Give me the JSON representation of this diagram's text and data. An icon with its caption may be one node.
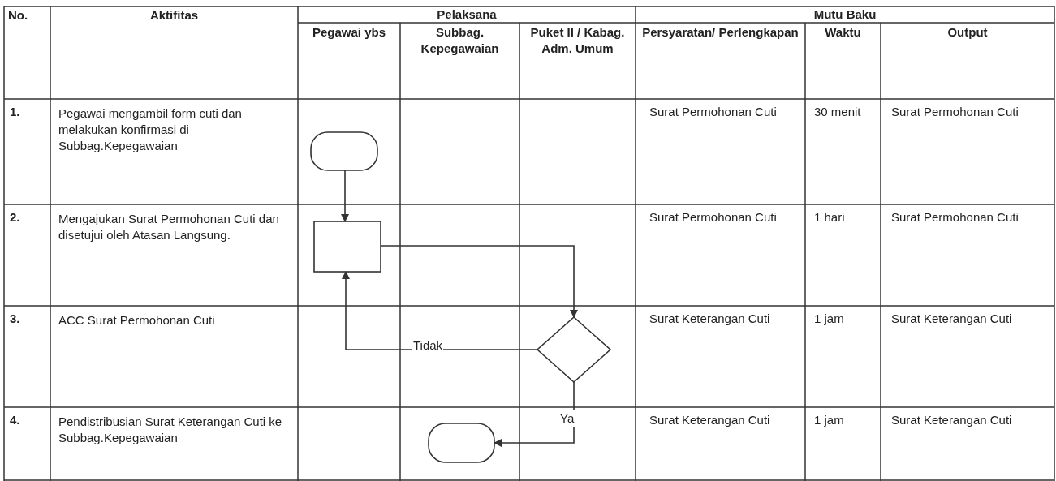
{
  "diagram": {
    "nodes": [
      {
        "text": [],
        "shape": "oval"
      },
      {
        "text": [],
        "shape": "box"
      },
      {
        "text": [],
        "shape": "diamond"
      },
      {
        "text": [],
        "shape": "oval"
      }
    ],
    "edges": [
      {
        "from": 0,
        "to": 1,
        "arrow": "to"
      },
      {
        "from": 1,
        "to": 2,
        "arrow": "to"
      },
      {
        "from": 2,
        "to": 1,
        "arrow": "to",
        "label": "Tidak"
      },
      {
        "from": 2,
        "to": 3,
        "arrow": "to",
        "label": "Ya"
      }
    ],
    "labels": [
      "No.",
      "Aktifitas",
      "Pelaksana",
      "Mutu Baku",
      "Pegawai ybs",
      "Subbag. Kepegawaian",
      "Puket II / Kabag. Adm. Umum",
      "Persyaratan/ Perlengkapan",
      "Waktu",
      "Output",
      "1.",
      "Pegawai mengambil form cuti dan melakukan konfirmasi di Subbag.Kepegawaian",
      "Surat Permohonan Cuti",
      "30 menit",
      "Surat Permohonan Cuti",
      "2.",
      "Mengajukan Surat Permohonan Cuti dan disetujui oleh Atasan Langsung.",
      "Surat Permohonan Cuti",
      "1 hari",
      "Surat Permohonan Cuti",
      "3.",
      "ACC Surat Permohonan Cuti",
      "Surat Keterangan Cuti",
      "1 jam",
      "Surat Keterangan Cuti",
      "4.",
      "Pendistribusian Surat Keterangan Cuti ke Subbag.Kepegawaian",
      "Surat Keterangan Cuti",
      "1 jam",
      "Surat Keterangan Cuti"
    ]
  }
}
